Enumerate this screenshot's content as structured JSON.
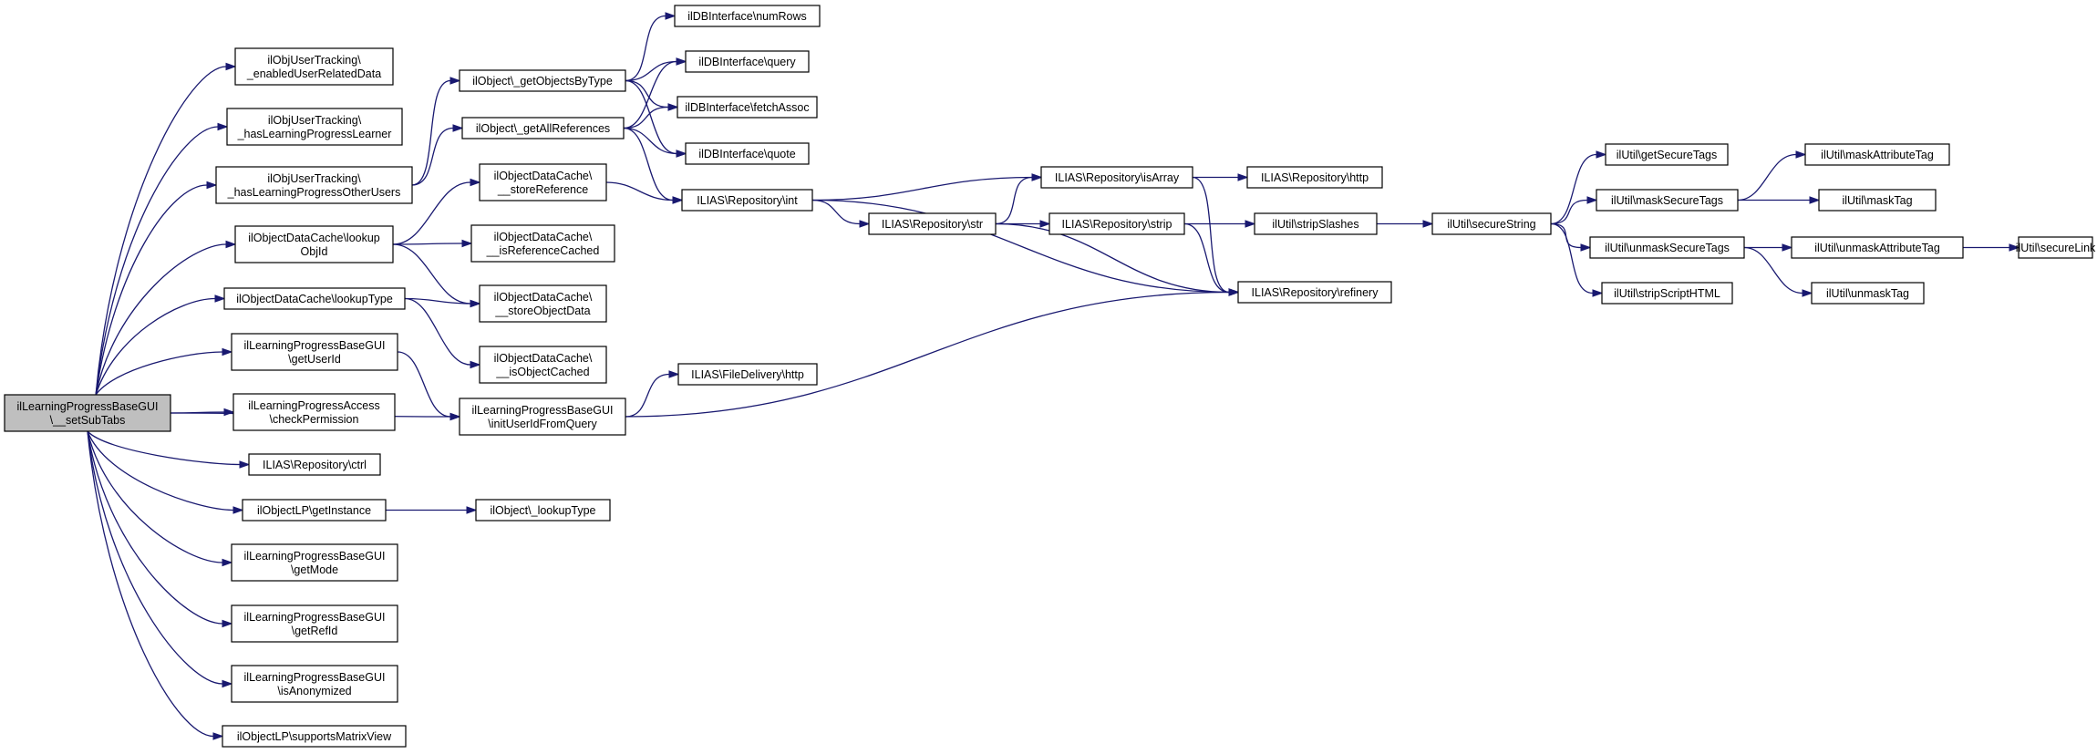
{
  "diagram": {
    "type": "call-graph",
    "colors": {
      "edge": "#191970",
      "node_border": "#000000",
      "root_fill": "#bfbfbf",
      "node_fill": "#ffffff"
    },
    "nodes": {
      "root": [
        "ilLearningProgressBaseGUI",
        "\\__setSubTabs"
      ],
      "enabledUserRelatedData": [
        "ilObjUserTracking\\",
        "_enabledUserRelatedData"
      ],
      "hasLearningProgressLearner": [
        "ilObjUserTracking\\",
        "_hasLearningProgressLearner"
      ],
      "hasLearningProgressOtherUsers": [
        "ilObjUserTracking\\",
        "_hasLearningProgressOtherUsers"
      ],
      "lookupObjId": [
        "ilObjectDataCache\\lookup",
        "ObjId"
      ],
      "lookupType": [
        "ilObjectDataCache\\lookupType"
      ],
      "getUserId": [
        "ilLearningProgressBaseGUI",
        "\\getUserId"
      ],
      "checkPermission": [
        "ilLearningProgressAccess",
        "\\checkPermission"
      ],
      "ctrl": [
        "ILIAS\\Repository\\ctrl"
      ],
      "getInstance": [
        "ilObjectLP\\getInstance"
      ],
      "getMode": [
        "ilLearningProgressBaseGUI",
        "\\getMode"
      ],
      "getRefId": [
        "ilLearningProgressBaseGUI",
        "\\getRefId"
      ],
      "isAnonymized": [
        "ilLearningProgressBaseGUI",
        "\\isAnonymized"
      ],
      "supportsMatrixView": [
        "ilObjectLP\\supportsMatrixView"
      ],
      "getObjectsByType": [
        "ilObject\\_getObjectsByType"
      ],
      "getAllReferences": [
        "ilObject\\_getAllReferences"
      ],
      "storeReference": [
        "ilObjectDataCache\\",
        "__storeReference"
      ],
      "isReferenceCached": [
        "ilObjectDataCache\\",
        "__isReferenceCached"
      ],
      "storeObjectData": [
        "ilObjectDataCache\\",
        "__storeObjectData"
      ],
      "isObjectCached": [
        "ilObjectDataCache\\",
        "__isObjectCached"
      ],
      "initUserIdFromQuery": [
        "ilLearningProgressBaseGUI",
        "\\initUserIdFromQuery"
      ],
      "objLookupType": [
        "ilObject\\_lookupType"
      ],
      "numRows": [
        "ilDBInterface\\numRows"
      ],
      "query": [
        "ilDBInterface\\query"
      ],
      "fetchAssoc": [
        "ilDBInterface\\fetchAssoc"
      ],
      "quote": [
        "ilDBInterface\\quote"
      ],
      "repoInt": [
        "ILIAS\\Repository\\int"
      ],
      "fileDeliveryHttp": [
        "ILIAS\\FileDelivery\\http"
      ],
      "repoStr": [
        "ILIAS\\Repository\\str"
      ],
      "repoIsArray": [
        "ILIAS\\Repository\\isArray"
      ],
      "repoStrip": [
        "ILIAS\\Repository\\strip"
      ],
      "repoRefinery": [
        "ILIAS\\Repository\\refinery"
      ],
      "repoHttp": [
        "ILIAS\\Repository\\http"
      ],
      "stripSlashes": [
        "ilUtil\\stripSlashes"
      ],
      "secureString": [
        "ilUtil\\secureString"
      ],
      "getSecureTags": [
        "ilUtil\\getSecureTags"
      ],
      "maskSecureTags": [
        "ilUtil\\maskSecureTags"
      ],
      "unmaskSecureTags": [
        "ilUtil\\unmaskSecureTags"
      ],
      "stripScriptHTML": [
        "ilUtil\\stripScriptHTML"
      ],
      "maskAttributeTag": [
        "ilUtil\\maskAttributeTag"
      ],
      "maskTag": [
        "ilUtil\\maskTag"
      ],
      "unmaskAttributeTag": [
        "ilUtil\\unmaskAttributeTag"
      ],
      "unmaskTag": [
        "ilUtil\\unmaskTag"
      ],
      "secureLink": [
        "ilUtil\\secureLink"
      ]
    },
    "edges": [
      [
        "root",
        "enabledUserRelatedData"
      ],
      [
        "root",
        "hasLearningProgressLearner"
      ],
      [
        "root",
        "hasLearningProgressOtherUsers"
      ],
      [
        "root",
        "lookupObjId"
      ],
      [
        "root",
        "lookupType"
      ],
      [
        "root",
        "getUserId"
      ],
      [
        "root",
        "checkPermission"
      ],
      [
        "root",
        "ctrl"
      ],
      [
        "root",
        "getInstance"
      ],
      [
        "root",
        "getMode"
      ],
      [
        "root",
        "getRefId"
      ],
      [
        "root",
        "isAnonymized"
      ],
      [
        "root",
        "supportsMatrixView"
      ],
      [
        "root",
        "initUserIdFromQuery"
      ],
      [
        "hasLearningProgressOtherUsers",
        "getObjectsByType"
      ],
      [
        "hasLearningProgressOtherUsers",
        "getAllReferences"
      ],
      [
        "lookupObjId",
        "storeReference"
      ],
      [
        "lookupObjId",
        "isReferenceCached"
      ],
      [
        "lookupObjId",
        "storeObjectData"
      ],
      [
        "lookupType",
        "storeObjectData"
      ],
      [
        "lookupType",
        "isObjectCached"
      ],
      [
        "getUserId",
        "initUserIdFromQuery"
      ],
      [
        "getInstance",
        "objLookupType"
      ],
      [
        "getObjectsByType",
        "numRows"
      ],
      [
        "getObjectsByType",
        "query"
      ],
      [
        "getObjectsByType",
        "fetchAssoc"
      ],
      [
        "getObjectsByType",
        "quote"
      ],
      [
        "getAllReferences",
        "query"
      ],
      [
        "getAllReferences",
        "fetchAssoc"
      ],
      [
        "getAllReferences",
        "quote"
      ],
      [
        "getAllReferences",
        "repoInt"
      ],
      [
        "storeReference",
        "repoInt"
      ],
      [
        "initUserIdFromQuery",
        "fileDeliveryHttp"
      ],
      [
        "initUserIdFromQuery",
        "repoRefinery"
      ],
      [
        "repoInt",
        "repoIsArray"
      ],
      [
        "repoInt",
        "repoStr"
      ],
      [
        "repoInt",
        "repoRefinery"
      ],
      [
        "repoStr",
        "repoIsArray"
      ],
      [
        "repoStr",
        "repoStrip"
      ],
      [
        "repoStr",
        "repoRefinery"
      ],
      [
        "repoIsArray",
        "repoHttp"
      ],
      [
        "repoIsArray",
        "repoRefinery"
      ],
      [
        "repoStrip",
        "stripSlashes"
      ],
      [
        "repoStrip",
        "repoRefinery"
      ],
      [
        "stripSlashes",
        "secureString"
      ],
      [
        "secureString",
        "getSecureTags"
      ],
      [
        "secureString",
        "maskSecureTags"
      ],
      [
        "secureString",
        "unmaskSecureTags"
      ],
      [
        "secureString",
        "stripScriptHTML"
      ],
      [
        "maskSecureTags",
        "maskAttributeTag"
      ],
      [
        "maskSecureTags",
        "maskTag"
      ],
      [
        "unmaskSecureTags",
        "unmaskAttributeTag"
      ],
      [
        "unmaskSecureTags",
        "unmaskTag"
      ],
      [
        "unmaskAttributeTag",
        "secureLink"
      ]
    ]
  }
}
